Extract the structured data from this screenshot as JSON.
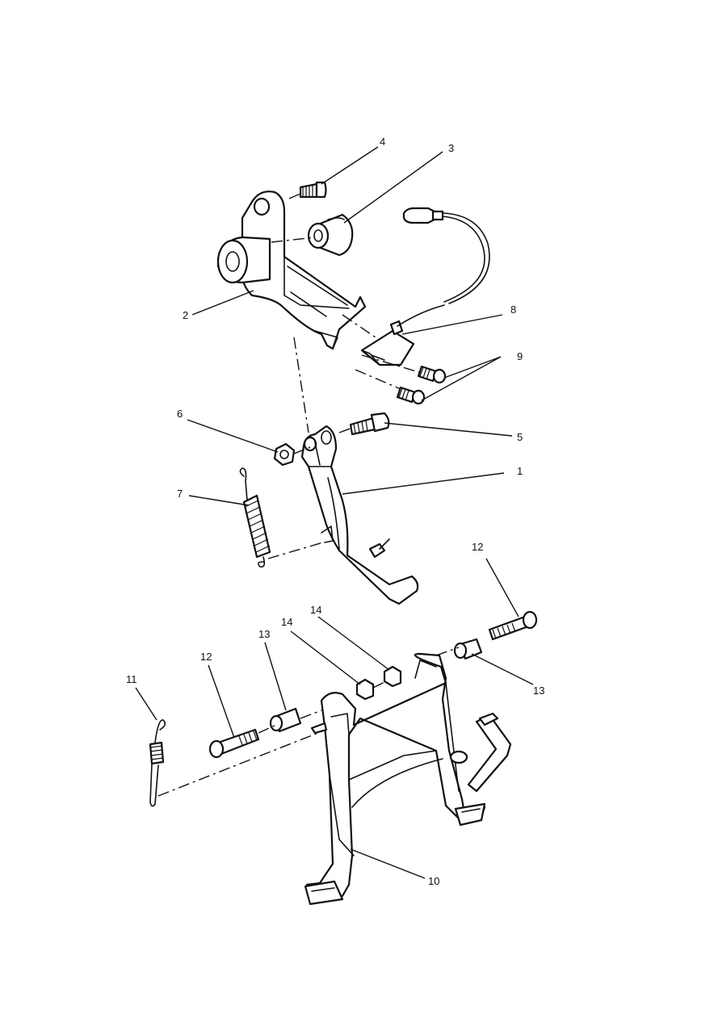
{
  "callouts": {
    "p1": "1",
    "p2": "2",
    "p3": "3",
    "p4": "4",
    "p5": "5",
    "p6": "6",
    "p7": "7",
    "p8": "8",
    "p9": "9",
    "p10": "10",
    "p11": "11",
    "p12a": "12",
    "p12b": "12",
    "p13a": "13",
    "p13b": "13",
    "p14a": "14",
    "p14b": "14"
  },
  "colors": {
    "line": "#111111",
    "background": "#ffffff"
  }
}
